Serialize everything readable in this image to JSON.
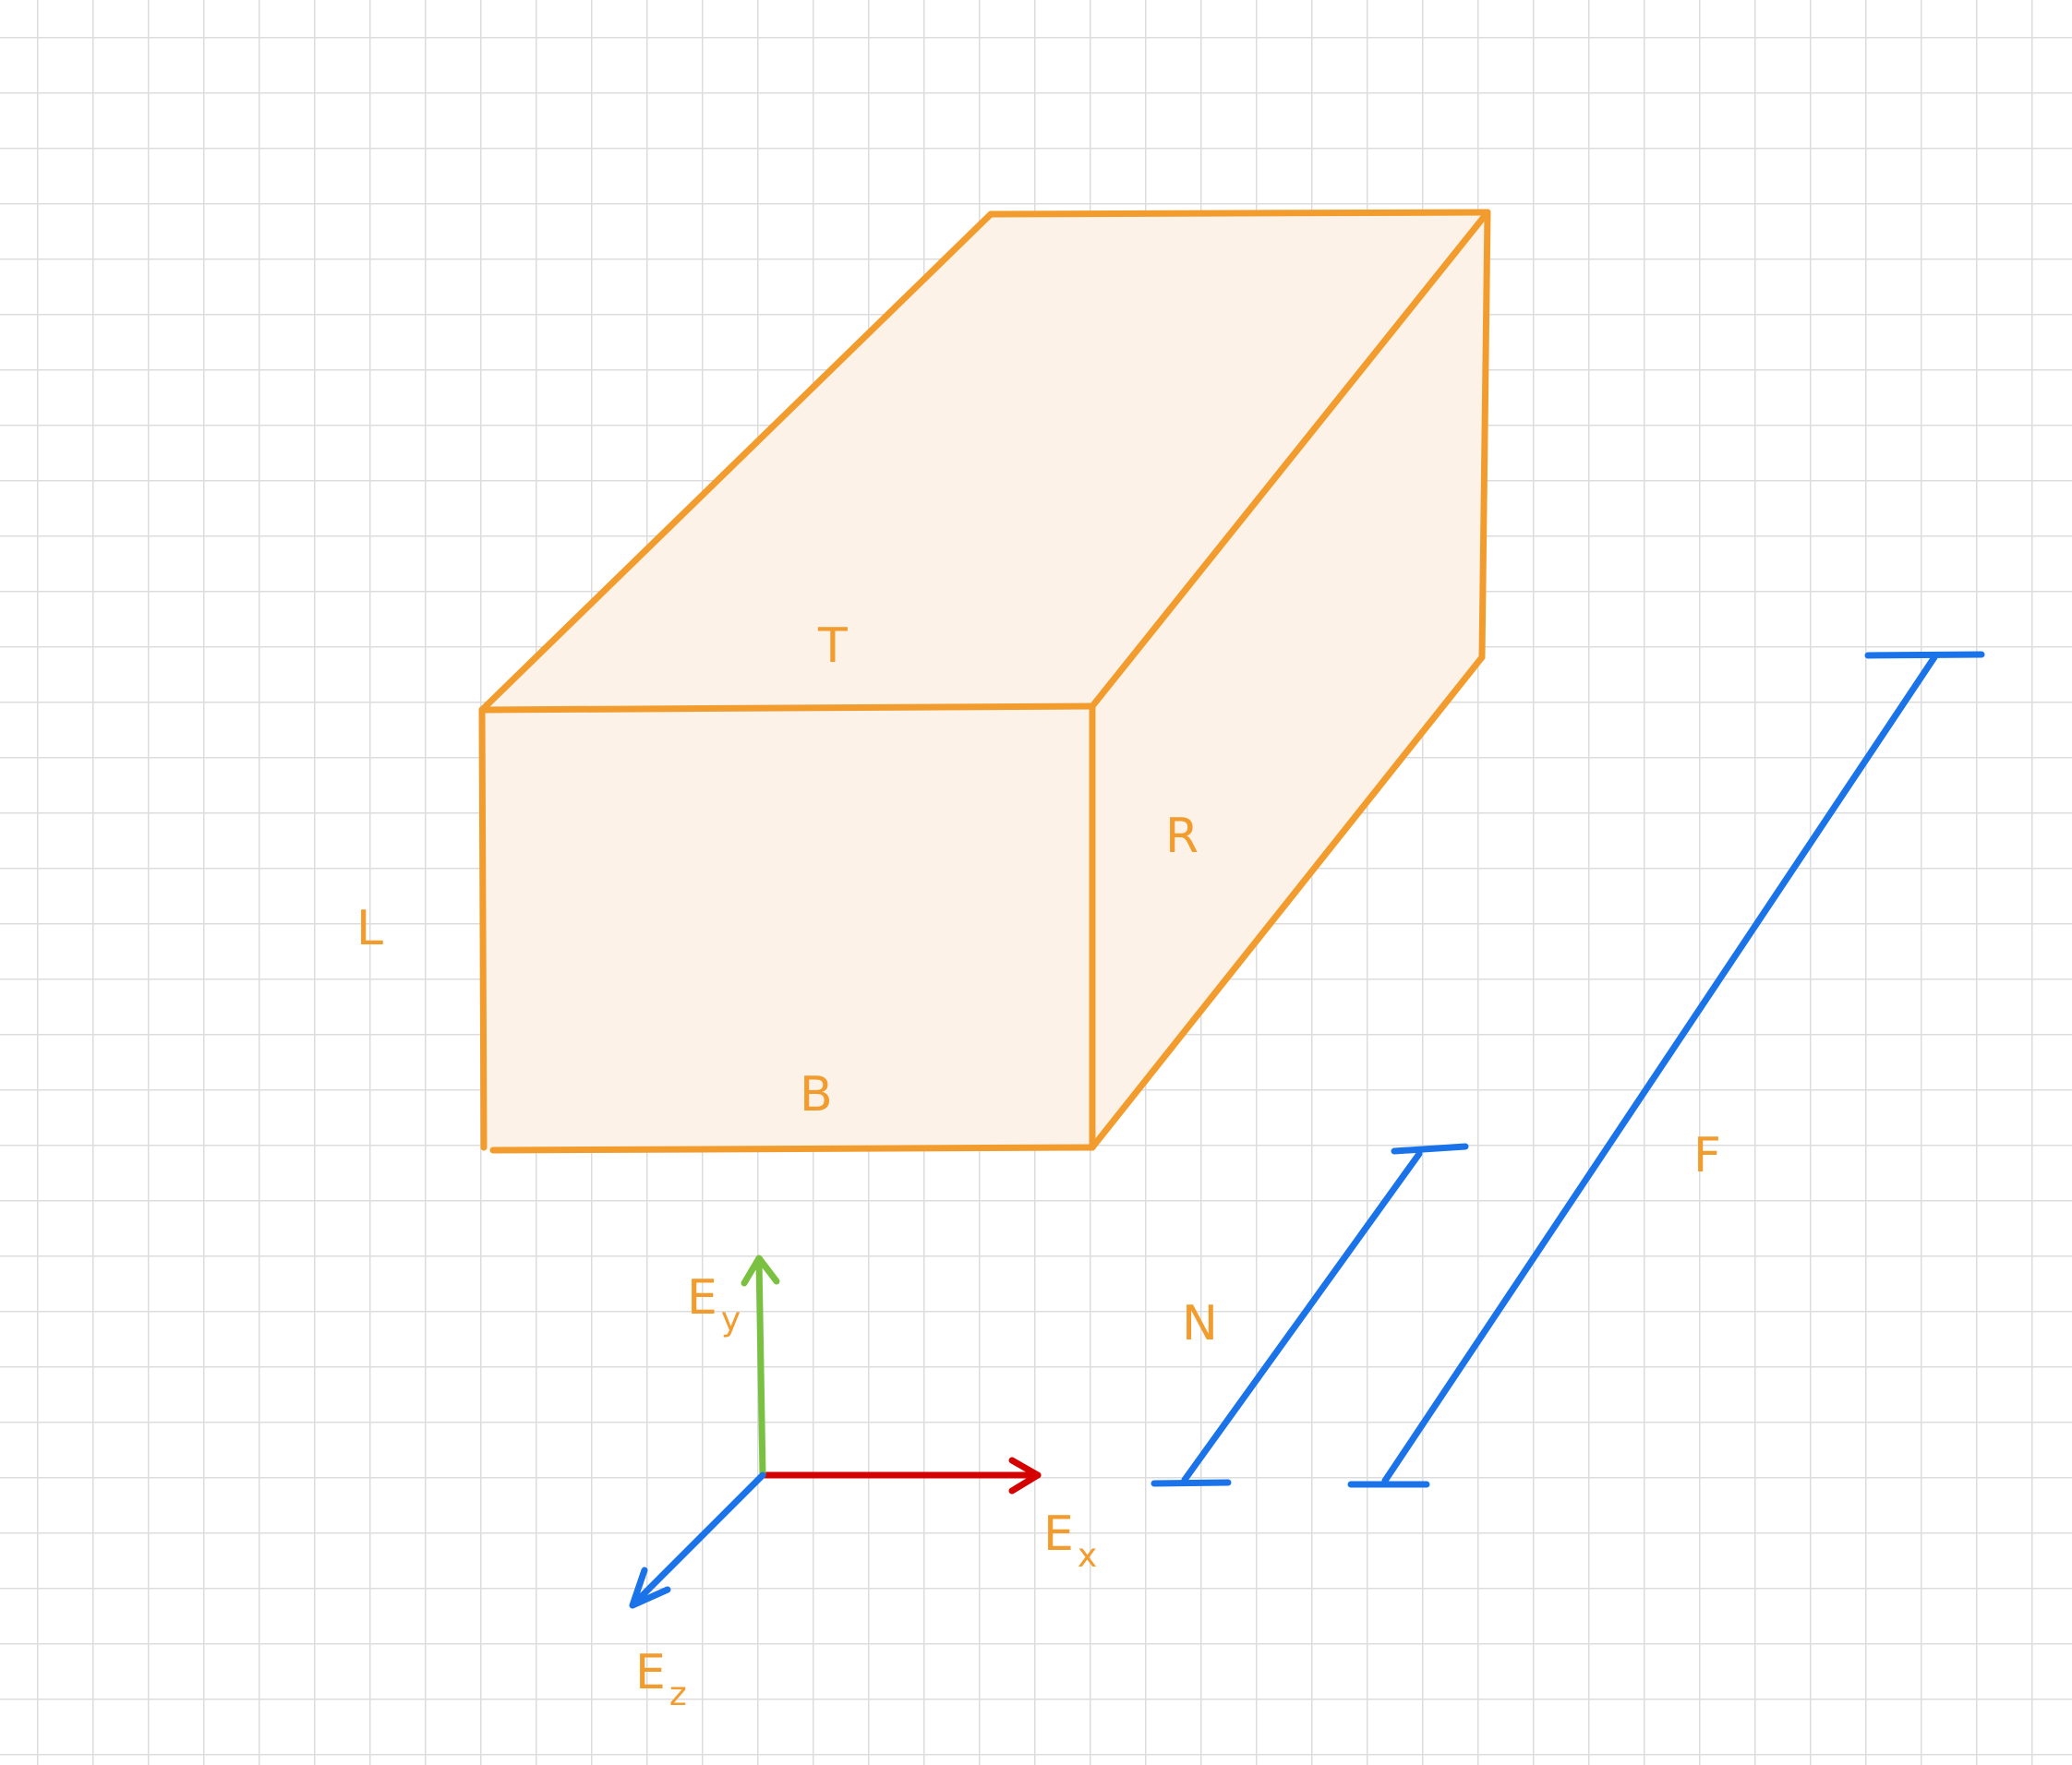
{
  "colors": {
    "box_stroke": "#f29c2e",
    "box_fill": "#fdf2e8",
    "label": "#f29c2e",
    "axis_x": "#d50000",
    "axis_y": "#7ac142",
    "axis_z": "#1a73e8",
    "dimension": "#1a73e8",
    "grid": "#dcdcdc"
  },
  "box": {
    "face_labels": {
      "top": "T",
      "right": "R",
      "left": "L",
      "bottom": "B"
    }
  },
  "axes": {
    "x": {
      "base": "E",
      "sub": "x"
    },
    "y": {
      "base": "E",
      "sub": "y"
    },
    "z": {
      "base": "E",
      "sub": "z"
    }
  },
  "dimensions": {
    "near": "N",
    "far": "F"
  }
}
